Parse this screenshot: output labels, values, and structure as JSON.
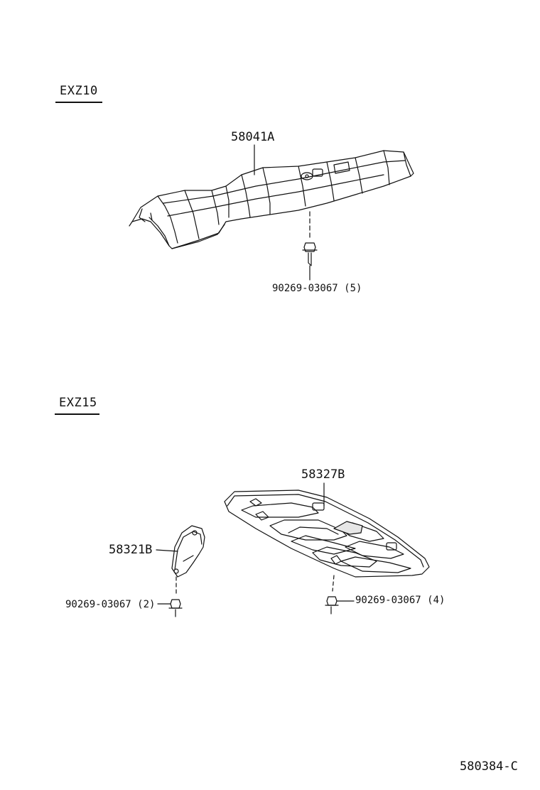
{
  "sections": [
    {
      "label": "EXZ10"
    },
    {
      "label": "EXZ15"
    }
  ],
  "callouts": {
    "part_58041A": "58041A",
    "bolt_upper": "90269-03067 (5)",
    "part_58327B": "58327B",
    "part_58321B": "58321B",
    "bolt_left": "90269-03067 (2)",
    "bolt_right": "90269-03067 (4)"
  },
  "drawing_id": "580384-C"
}
